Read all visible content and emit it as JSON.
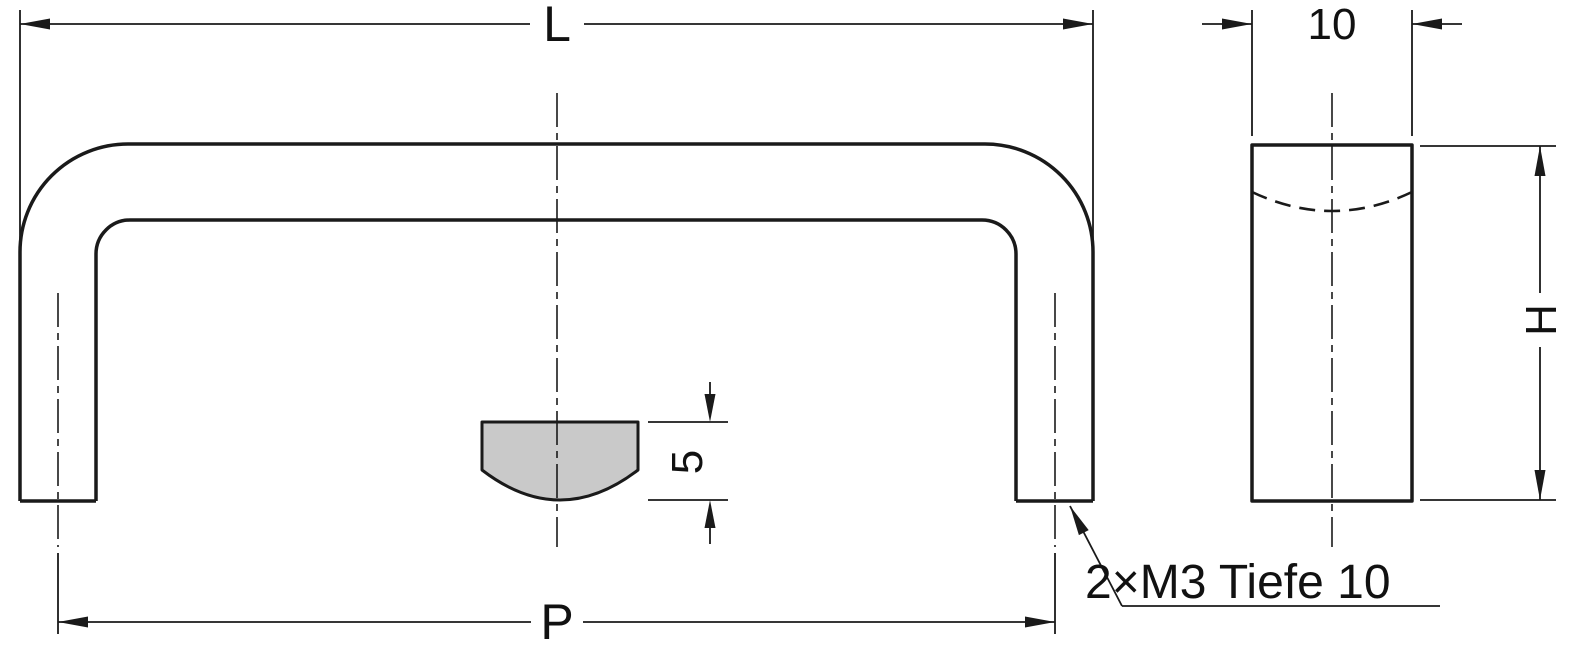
{
  "drawing": {
    "labels": {
      "length": "L",
      "hole_pitch": "P",
      "depth": "10",
      "height": "H",
      "boss_height": "5"
    },
    "annotations": {
      "thread_note": "2×M3 Tiefe 10"
    },
    "colors": {
      "line": "#1a1a1a",
      "section_fill": "#c9c9c9",
      "background": "#ffffff"
    }
  }
}
